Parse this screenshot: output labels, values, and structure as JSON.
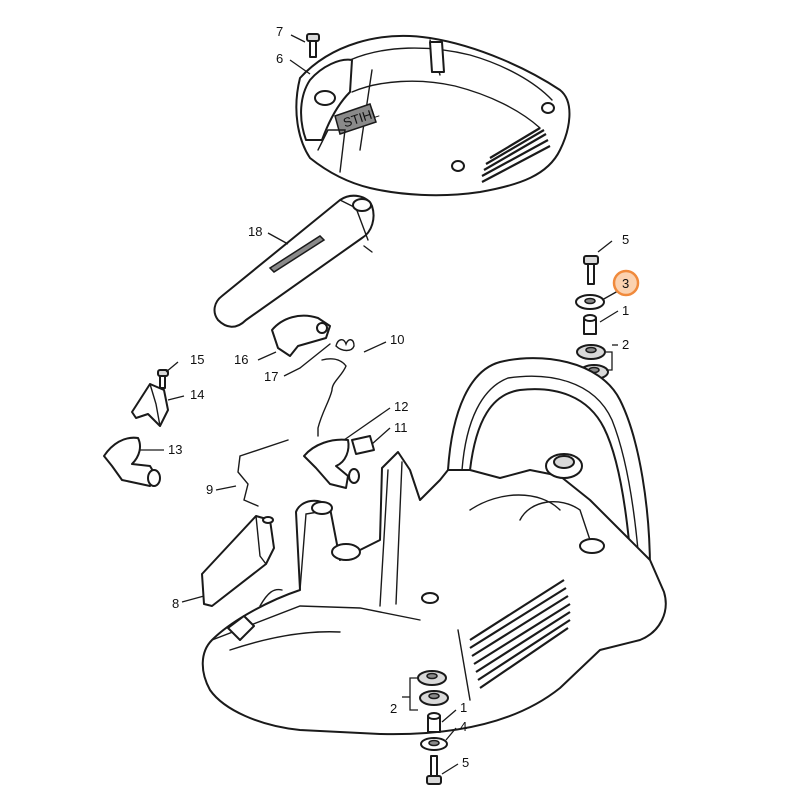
{
  "diagram": {
    "highlight_color": "#f08a3c",
    "highlight_fill": "#fbd2b0",
    "labels": {
      "p1_upper": "1",
      "p1_lower": "1",
      "p2_upper": "2",
      "p2_lower": "2",
      "p3": "3",
      "p4": "4",
      "p5_upper": "5",
      "p5_lower": "5",
      "p6": "6",
      "p7": "7",
      "p8": "8",
      "p9": "9",
      "p10": "10",
      "p11": "11",
      "p12": "12",
      "p13": "13",
      "p14": "14",
      "p15": "15",
      "p16": "16",
      "p17": "17",
      "p18": "18"
    },
    "brand_mark": "STIHL"
  }
}
